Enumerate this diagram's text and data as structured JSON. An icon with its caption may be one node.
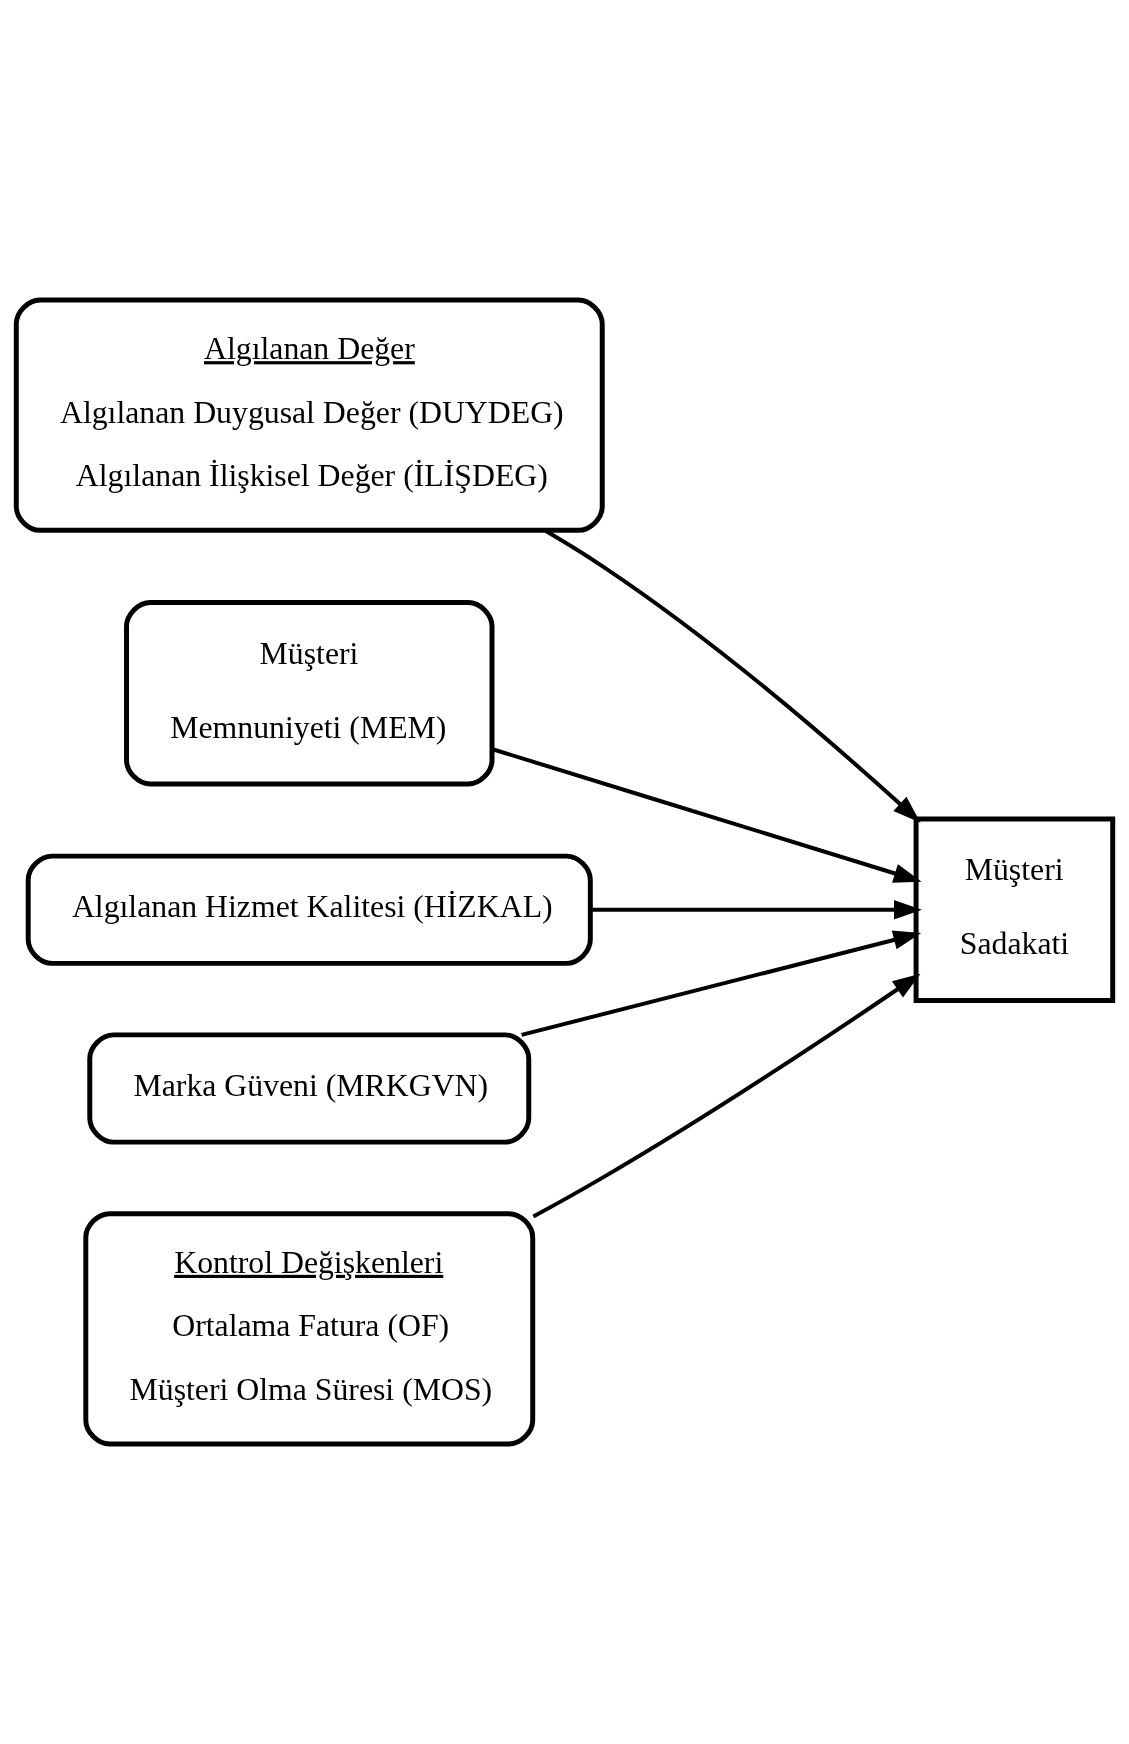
{
  "diagram": {
    "nodes": [
      {
        "text": [
          "Algılanan Değer",
          "Algılanan Duygusal Değer (DUYDEG)",
          "Algılanan İlişkisel Değer (İLİŞDEG)"
        ]
      },
      {
        "text": [
          "Müşteri",
          "Memnuniyeti (MEM)"
        ]
      },
      {
        "text": [
          "Algılanan Hizmet Kalitesi (HİZKAL)"
        ]
      },
      {
        "text": [
          "Marka Güveni (MRKGVN)"
        ]
      },
      {
        "text": [
          "Müşteri",
          "Sadakati"
        ]
      },
      {
        "text": [
          "Kontrol Değişkenleri",
          "Ortalama Fatura (OF)",
          "Müşteri Olma Süresi (MOS)"
        ]
      }
    ],
    "edges": [
      {
        "from": 0,
        "to": 4,
        "arrow": "to"
      },
      {
        "from": 1,
        "to": 4,
        "arrow": "to"
      },
      {
        "from": 2,
        "to": 4,
        "arrow": "to"
      },
      {
        "from": 3,
        "to": 4,
        "arrow": "to"
      },
      {
        "from": 5,
        "to": 4,
        "arrow": "to"
      }
    ]
  }
}
